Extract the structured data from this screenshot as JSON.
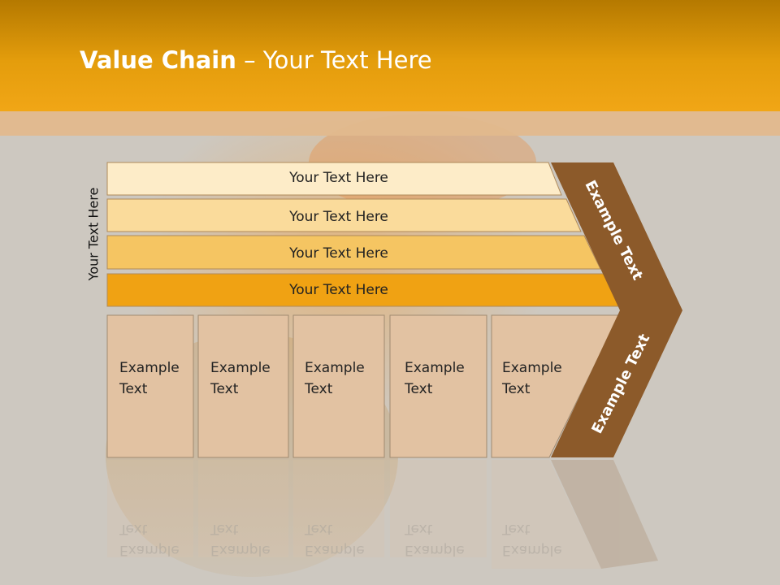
{
  "slide": {
    "title_bold": "Value Chain",
    "title_rest": " – Your Text Here",
    "side_label": "Your Text Here",
    "rows": [
      {
        "label": "Your Text Here",
        "color": "#fdecc8"
      },
      {
        "label": "Your Text Here",
        "color": "#fadb9b"
      },
      {
        "label": "Your Text Here",
        "color": "#f5c562"
      },
      {
        "label": "Your Text Here",
        "color": "#f0a213"
      }
    ],
    "boxes": [
      {
        "line1": "Example",
        "line2": "Text"
      },
      {
        "line1": "Example",
        "line2": "Text"
      },
      {
        "line1": "Example",
        "line2": "Text"
      },
      {
        "line1": "Example",
        "line2": "Text"
      },
      {
        "line1": "Example",
        "line2": "Text"
      }
    ],
    "chevron_top_label": "Example Text",
    "chevron_bottom_label": "Example Text",
    "colors": {
      "box": "#e2c2a2",
      "chevron": "#8c5a2a",
      "header": "#e49d0c"
    }
  }
}
